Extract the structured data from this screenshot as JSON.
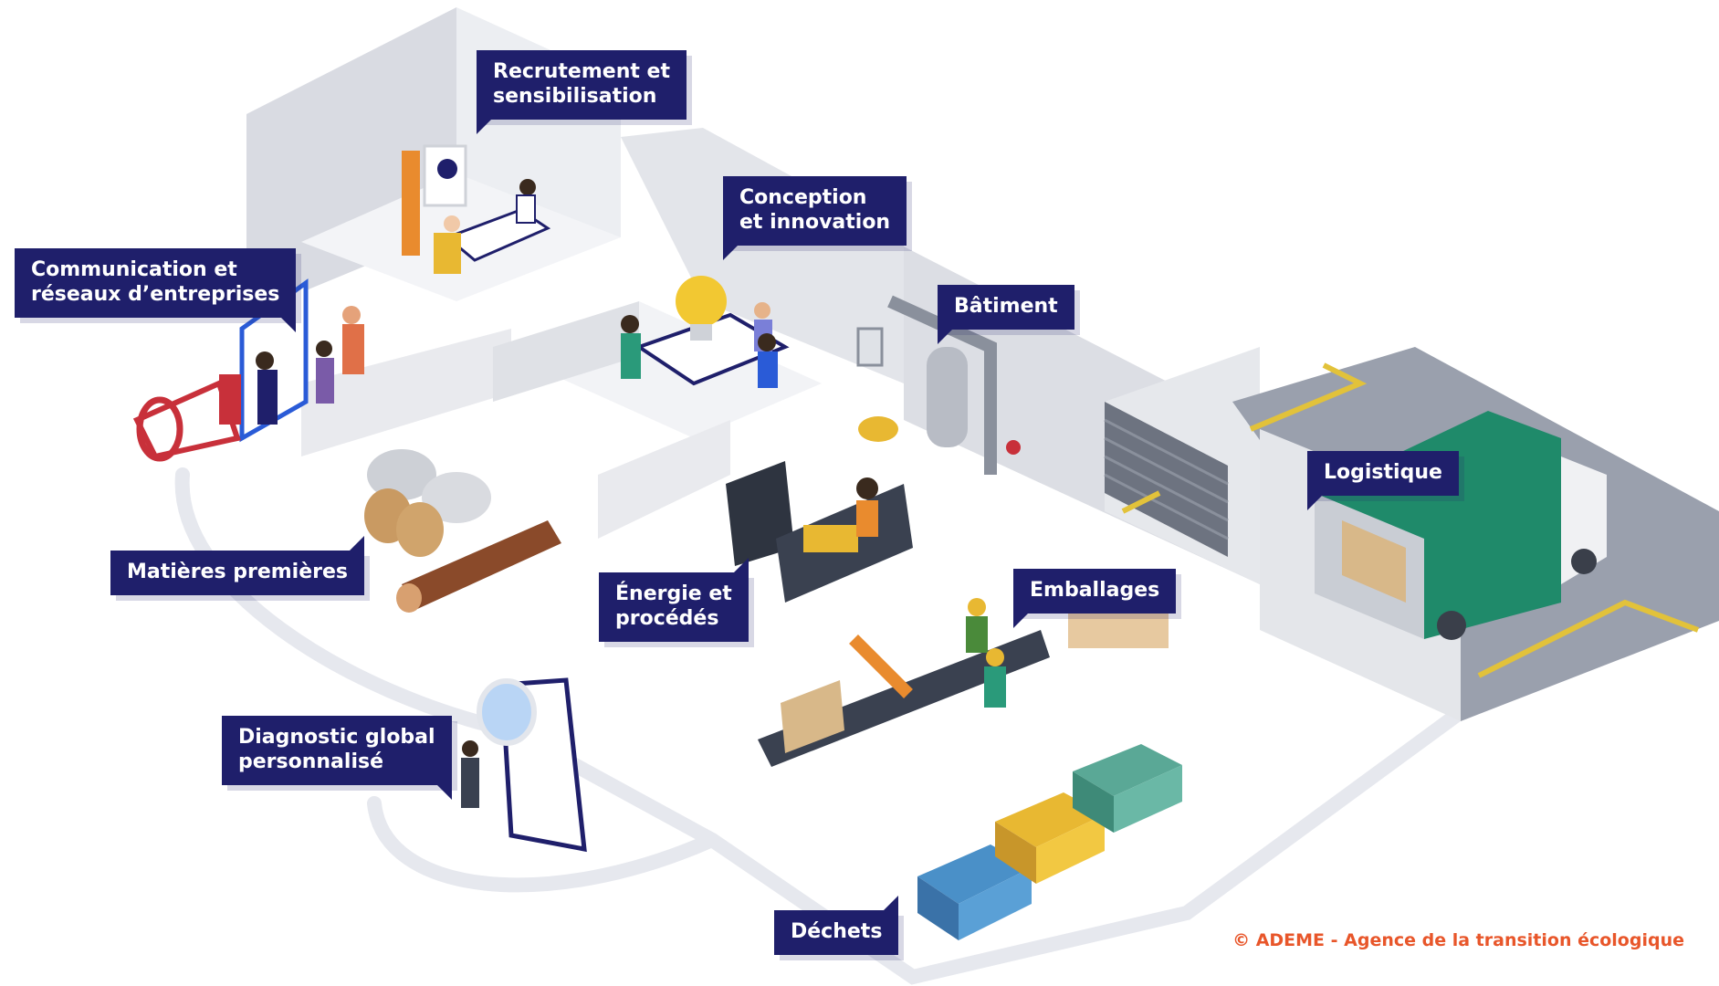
{
  "labels": {
    "recrutement": [
      "Recrutement et",
      "sensibilisation"
    ],
    "conception": [
      "Conception",
      "et innovation"
    ],
    "communication": [
      "Communication et",
      "réseaux d’entreprises"
    ],
    "batiment": [
      "Bâtiment"
    ],
    "logistique": [
      "Logistique"
    ],
    "matieres": [
      "Matières premières"
    ],
    "energie": [
      "Énergie et",
      "procédés"
    ],
    "emballages": [
      "Emballages"
    ],
    "diagnostic": [
      "Diagnostic global",
      "personnalisé"
    ],
    "dechets": [
      "Déchets"
    ]
  },
  "credit": "© ADEME - Agence de la transition écologique",
  "colors": {
    "label_bg": "#1f1f6b",
    "credit": "#e8562a",
    "truck": "#1f8a6a",
    "bin_blue": "#4a90c8",
    "bin_yellow": "#e8b832",
    "bin_green": "#5aa896",
    "megaphone": "#c8303a"
  }
}
